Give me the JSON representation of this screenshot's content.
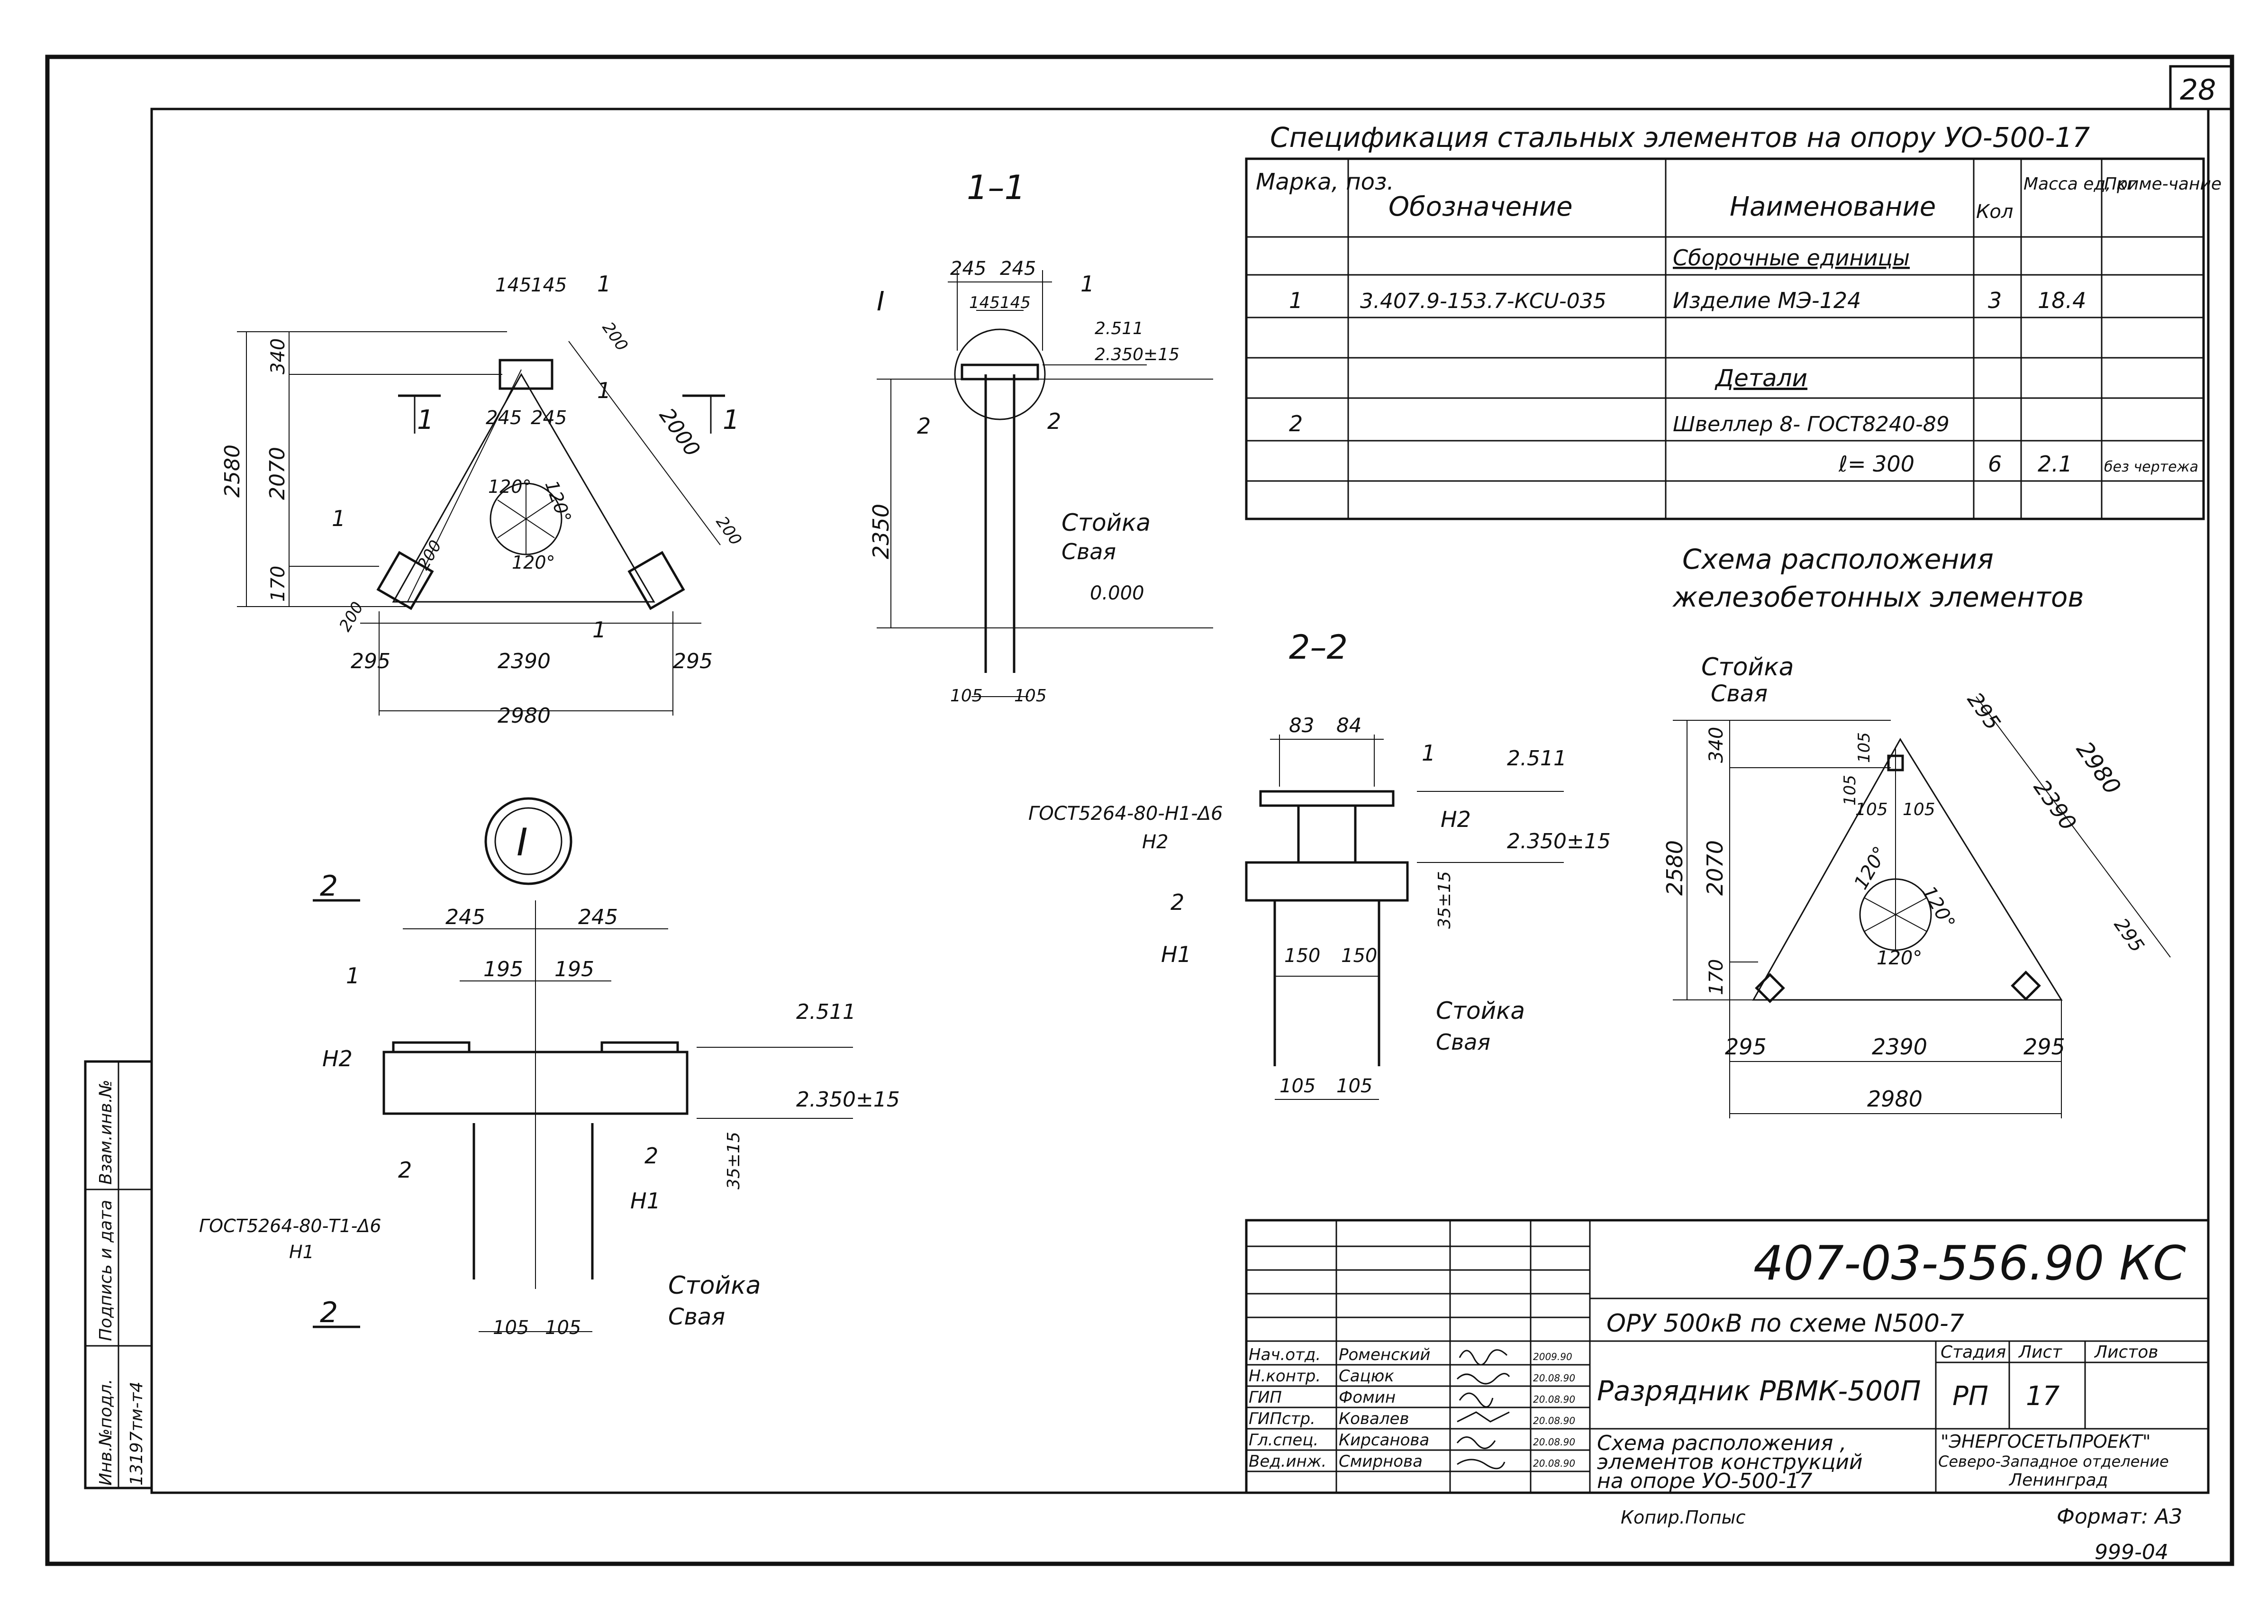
{
  "sheet": {
    "number": "28",
    "format": "Формат: А3",
    "copied": "Копир.Попыс",
    "stamp": "999-04"
  },
  "spec": {
    "title": "Спецификация стальных элементов на опору УО-500-17",
    "headers": [
      "Марка, поз.",
      "Обозначение",
      "Наименование",
      "Кол",
      "Масса ед, кг",
      "Приме-чание"
    ],
    "rows": [
      [
        "",
        "",
        "Сборочные единицы",
        "",
        "",
        ""
      ],
      [
        "1",
        "3.407.9-153.7-КСU-035",
        "Изделие  МЭ-124",
        "3",
        "18.4",
        ""
      ],
      [
        "",
        "",
        "",
        "",
        "",
        ""
      ],
      [
        "",
        "",
        "Детали",
        "",
        "",
        ""
      ],
      [
        "2",
        "",
        "Швеллер 8- ГОСТ8240-89",
        "",
        "",
        ""
      ],
      [
        "",
        "",
        "ℓ= 300",
        "6",
        "2.1",
        "без чертежа"
      ],
      [
        "",
        "",
        "",
        "",
        "",
        ""
      ]
    ]
  },
  "plan1": {
    "dims_top": [
      "145",
      "145"
    ],
    "dim_inner": [
      "245",
      "245"
    ],
    "left": [
      "2580",
      "340",
      "2070",
      "170"
    ],
    "angles": [
      "120°",
      "120°",
      "120°"
    ],
    "diag": "2000",
    "small": [
      "200",
      "200",
      "200",
      "200"
    ],
    "bottom": [
      "295",
      "2390",
      "295",
      "2980"
    ],
    "marks": [
      "1",
      "1",
      "1",
      "1"
    ],
    "cut": [
      "I",
      "1",
      "1"
    ]
  },
  "sec11": {
    "title": "1–1",
    "top": [
      "245",
      "245",
      "145",
      "145"
    ],
    "levels": [
      "2.511",
      "2.350±15",
      "0.000"
    ],
    "height": "2350",
    "bottom": [
      "105",
      "105"
    ],
    "label_post": "Стойка",
    "label_pile": "Свая",
    "marks": [
      "I",
      "1",
      "2",
      "2"
    ]
  },
  "detailI": {
    "badge": "I",
    "cut": "2",
    "top": [
      "245",
      "245",
      "195",
      "195"
    ],
    "levels": [
      "2.511",
      "2.350±15"
    ],
    "small": "35±15",
    "marks": [
      "1",
      "Н2",
      "2",
      "2",
      "Н1"
    ],
    "gost": "ГОСТ5264-80-Т1-Δ6",
    "gost_n": "Н1",
    "bottom": [
      "105",
      "105"
    ],
    "label_post": "Стойка",
    "label_pile": "Свая"
  },
  "sec22": {
    "title": "2–2",
    "top": [
      "83",
      "84"
    ],
    "levels": [
      "2.511",
      "2.350±15"
    ],
    "small": "35±15",
    "gost": "ГОСТ5264-80-Н1-Δ6",
    "marks": [
      "1",
      "Н2",
      "Н2",
      "2",
      "Н1"
    ],
    "mid": [
      "150",
      "150"
    ],
    "bottom": [
      "105",
      "105"
    ],
    "label_post": "Стойка",
    "label_pile": "Свая"
  },
  "scheme": {
    "title_line1": "Схема расположения",
    "title_line2": "железобетонных элементов",
    "label_post": "Стойка",
    "label_pile": "Свая",
    "left": [
      "2580",
      "340",
      "2070",
      "170"
    ],
    "top": [
      "105",
      "105",
      "105",
      "105"
    ],
    "diag": [
      "295",
      "2390",
      "2980",
      "295"
    ],
    "angles": [
      "120°",
      "120°",
      "120°"
    ],
    "bottom": [
      "295",
      "2390",
      "295",
      "2980"
    ]
  },
  "stamp": {
    "code": "407-03-556.90 КС",
    "project": "ОРУ 500кВ по схеме N500-7",
    "object": "Разрядник РВМК-500П",
    "sheet_title": [
      "Схема расположения ,",
      "элементов конструкций",
      "на опоре УО-500-17"
    ],
    "stage_h": [
      "Стадия",
      "Лист",
      "Листов"
    ],
    "stage": [
      "РП",
      "17",
      ""
    ],
    "org": [
      "\"ЭНЕРГОСЕТЬПРОЕКТ\"",
      "Северо-Западное отделение",
      "Ленинград"
    ],
    "roles": [
      [
        "Нач.отд.",
        "Роменский",
        "2009.90"
      ],
      [
        "Н.контр.",
        "Сацюк",
        "20.08.90"
      ],
      [
        "ГИП",
        "Фомин",
        "20.08.90"
      ],
      [
        "ГИПстр.",
        "Ковалев",
        "20.08.90"
      ],
      [
        "Гл.спец.",
        "Кирсанова",
        "20.08.90"
      ],
      [
        "Вед.инж.",
        "Смирнова",
        "20.08.90"
      ]
    ]
  },
  "sidebar": {
    "labels": [
      "Взам.инв.№",
      "Подпись и дата",
      "Инв.№подл."
    ],
    "inv": "13197тм-т4"
  }
}
